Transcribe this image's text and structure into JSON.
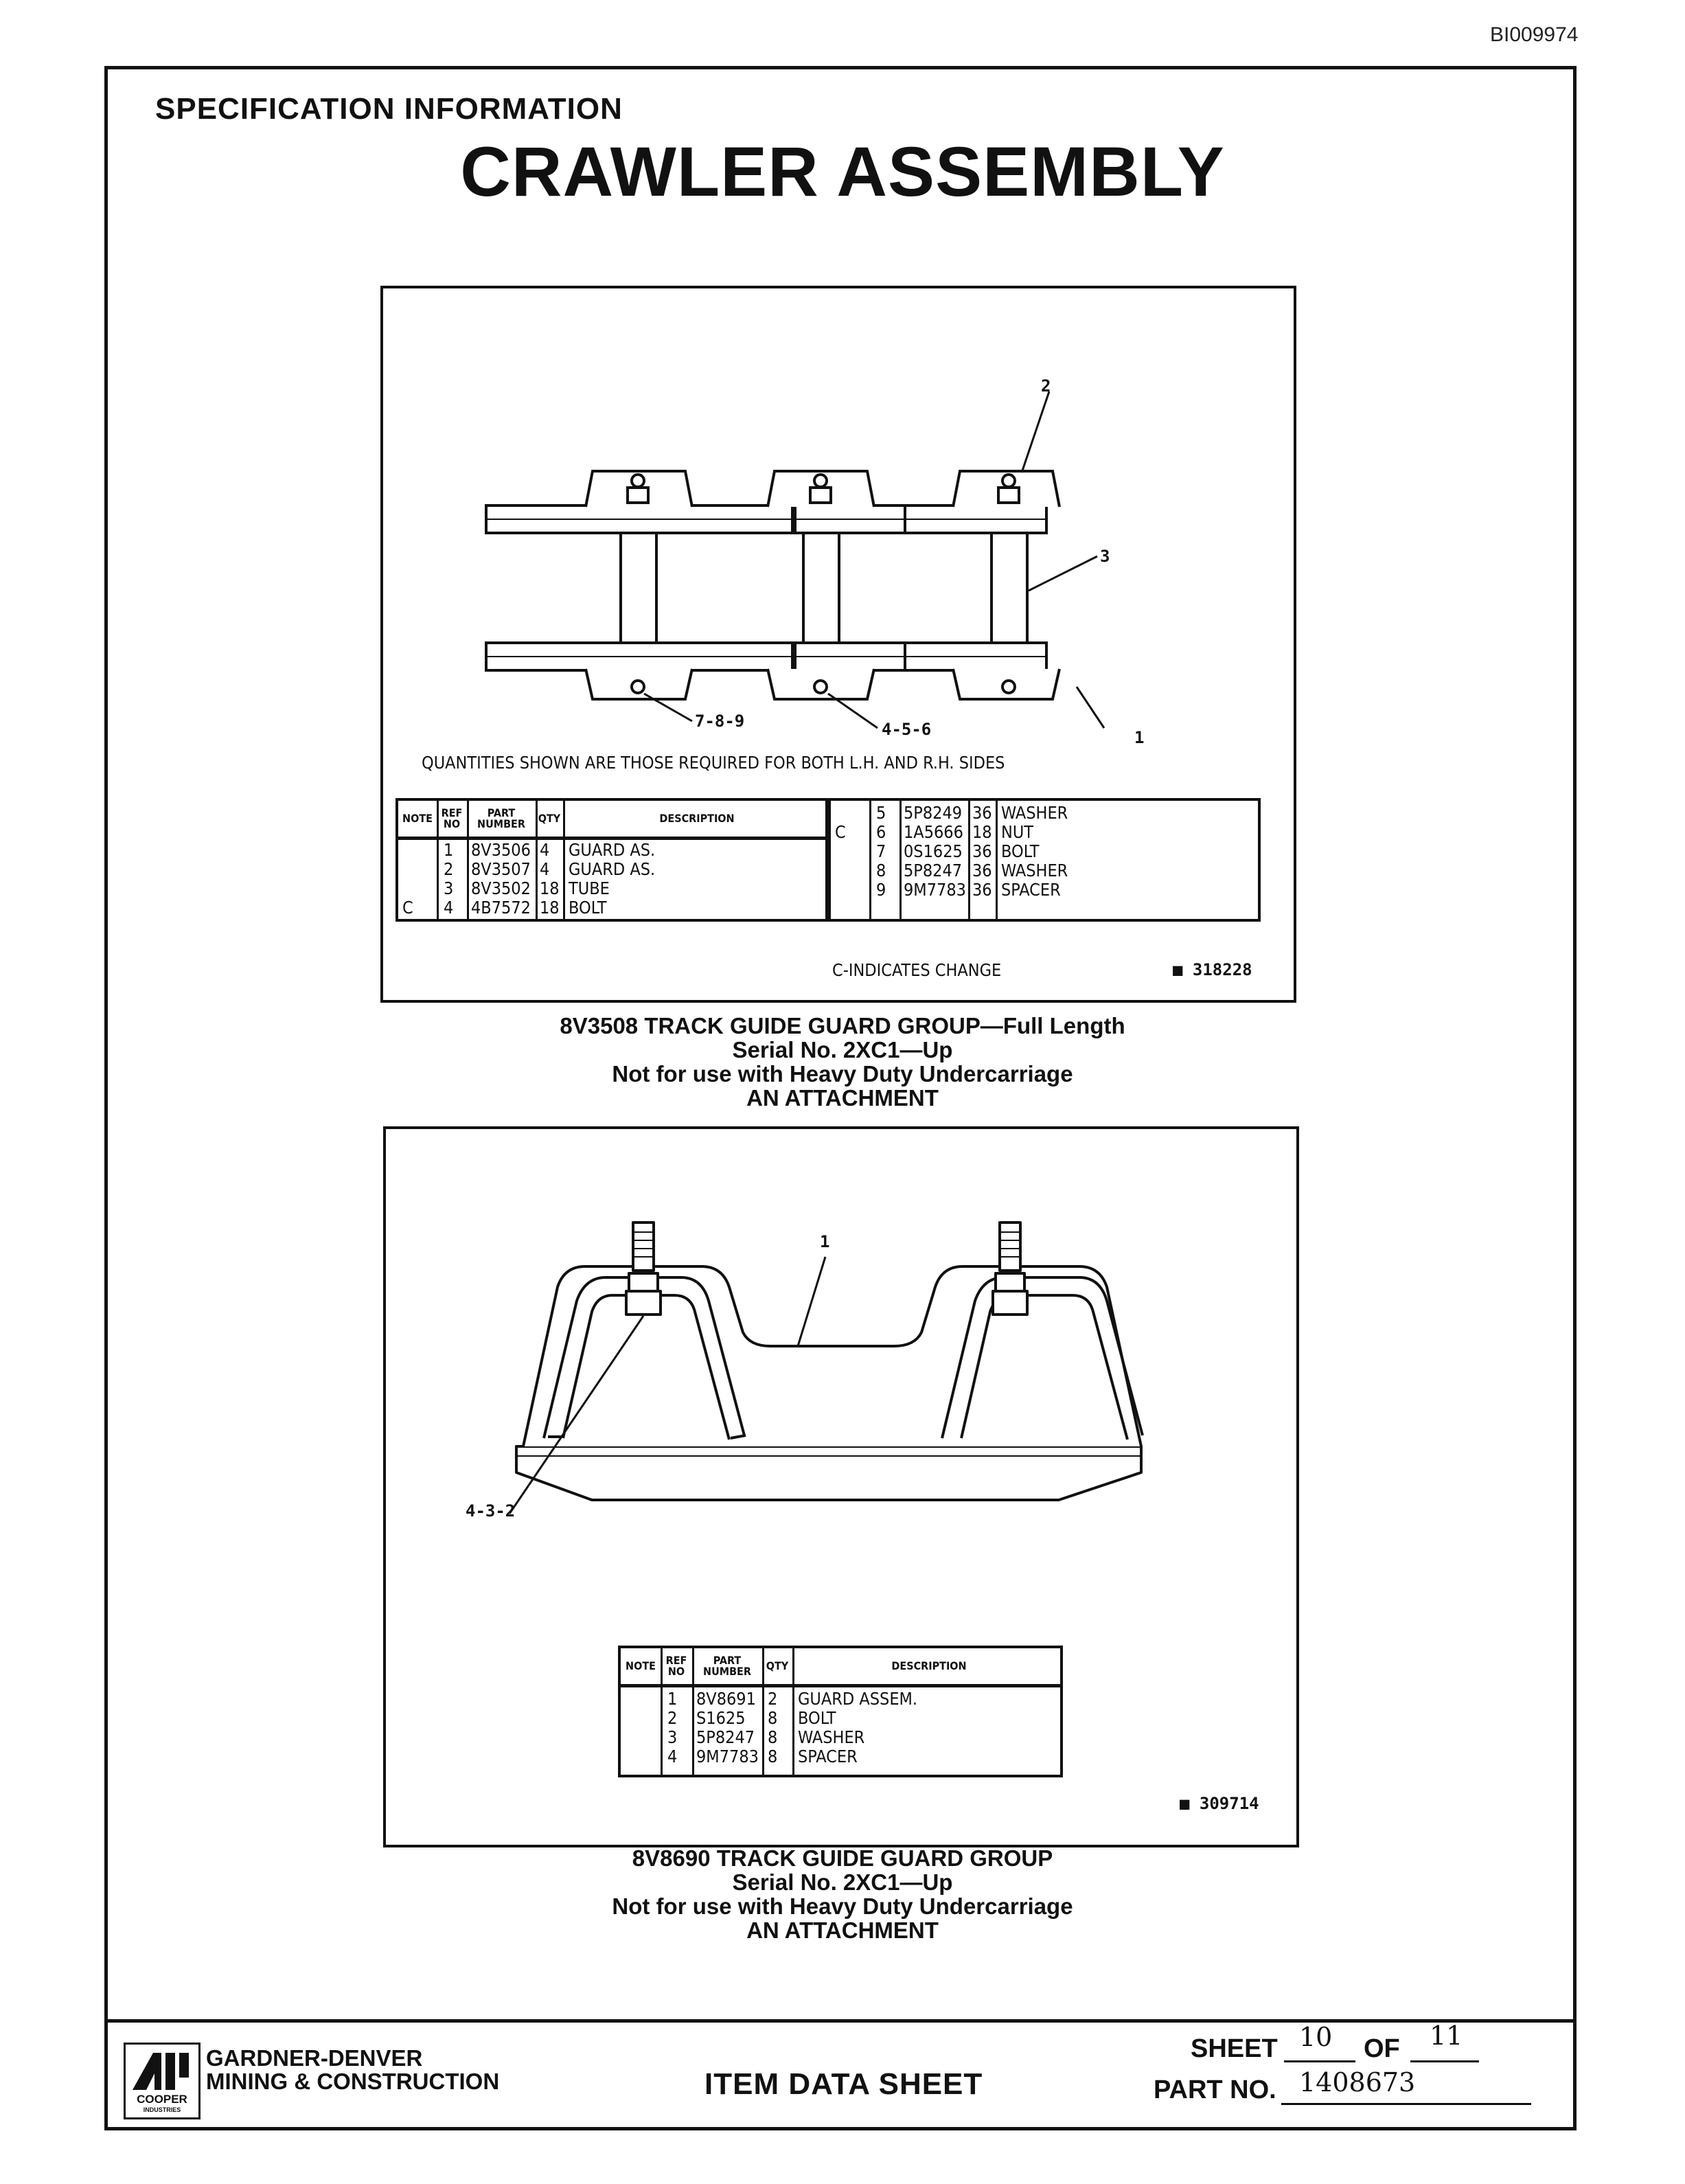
{
  "doc_id": "BI009974",
  "header": {
    "section_title": "SPECIFICATION INFORMATION",
    "main_title": "CRAWLER ASSEMBLY"
  },
  "figure1": {
    "callouts": [
      "2",
      "3",
      "1",
      "7-8-9",
      "4-5-6"
    ],
    "note": "QUANTITIES SHOWN ARE THOSE REQUIRED FOR BOTH L.H. AND R.H. SIDES",
    "change_note": "C-INDICATES CHANGE",
    "ref_number": "■ 318228",
    "table_headers": [
      "NOTE",
      "REF NO",
      "PART NUMBER",
      "QTY",
      "DESCRIPTION"
    ],
    "table_left": [
      {
        "note": "",
        "ref": "1",
        "part": "8V3506",
        "qty": "4",
        "desc": "GUARD AS."
      },
      {
        "note": "",
        "ref": "2",
        "part": "8V3507",
        "qty": "4",
        "desc": "GUARD AS."
      },
      {
        "note": "",
        "ref": "3",
        "part": "8V3502",
        "qty": "18",
        "desc": "TUBE"
      },
      {
        "note": "C",
        "ref": "4",
        "part": "4B7572",
        "qty": "18",
        "desc": "BOLT"
      }
    ],
    "table_right": [
      {
        "note": "",
        "ref": "5",
        "part": "5P8249",
        "qty": "36",
        "desc": "WASHER"
      },
      {
        "note": "C",
        "ref": "6",
        "part": "1A5666",
        "qty": "18",
        "desc": "NUT"
      },
      {
        "note": "",
        "ref": "7",
        "part": "0S1625",
        "qty": "36",
        "desc": "BOLT"
      },
      {
        "note": "",
        "ref": "8",
        "part": "5P8247",
        "qty": "36",
        "desc": "WASHER"
      },
      {
        "note": "",
        "ref": "9",
        "part": "9M7783",
        "qty": "36",
        "desc": "SPACER"
      }
    ],
    "caption": [
      "8V3508 TRACK GUIDE GUARD GROUP—Full Length",
      "Serial No. 2XC1—Up",
      "Not for use with Heavy Duty Undercarriage",
      "AN ATTACHMENT"
    ]
  },
  "figure2": {
    "callouts": [
      "1",
      "4-3-2"
    ],
    "ref_number": "■ 309714",
    "table_headers": [
      "NOTE",
      "REF NO",
      "PART NUMBER",
      "QTY",
      "DESCRIPTION"
    ],
    "table": [
      {
        "note": "",
        "ref": "1",
        "part": "8V8691",
        "qty": "2",
        "desc": "GUARD ASSEM."
      },
      {
        "note": "",
        "ref": "2",
        "part": "S1625",
        "qty": "8",
        "desc": "BOLT"
      },
      {
        "note": "",
        "ref": "3",
        "part": "5P8247",
        "qty": "8",
        "desc": "WASHER"
      },
      {
        "note": "",
        "ref": "4",
        "part": "9M7783",
        "qty": "8",
        "desc": "SPACER"
      }
    ],
    "caption": [
      "8V8690 TRACK GUIDE GUARD GROUP",
      "Serial No. 2XC1—Up",
      "Not for use with Heavy Duty Undercarriage",
      "AN ATTACHMENT"
    ]
  },
  "footer": {
    "logo_text": "COOPER",
    "logo_subtext": "INDUSTRIES",
    "company_line1": "GARDNER-DENVER",
    "company_line2": "MINING & CONSTRUCTION",
    "sheet_title": "ITEM DATA SHEET",
    "sheet_label": "SHEET",
    "sheet_value": "10",
    "of_label": "OF",
    "of_value": "11",
    "part_label": "PART NO.",
    "part_value": "1408673"
  }
}
